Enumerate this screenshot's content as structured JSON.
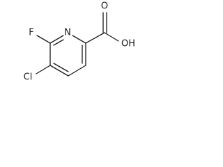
{
  "molecule": {
    "atoms": {
      "oxygen_carbonyl": "O",
      "hydroxyl": "OH",
      "nitrogen": "N",
      "fluorine": "F",
      "chlorine": "Cl"
    },
    "colors": {
      "bond": "#1a1a1a",
      "label": "#1a1a1a",
      "background": "#ffffff"
    }
  }
}
